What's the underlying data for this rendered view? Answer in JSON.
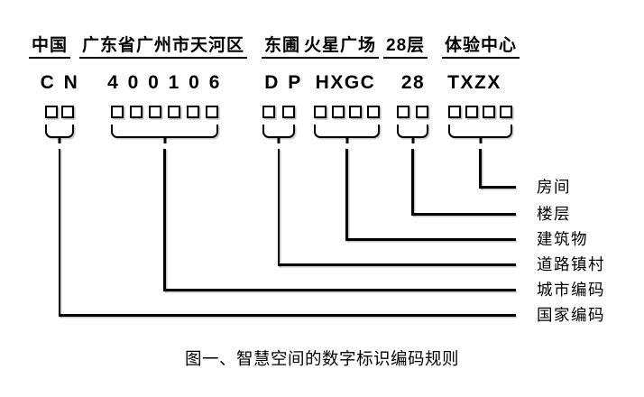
{
  "colors": {
    "background": "#ffffff",
    "line": "#000000",
    "text": "#000000"
  },
  "caption": "图一、智慧空间的数字标识编码规则",
  "groups": [
    {
      "address": "中国",
      "code": "C N",
      "box_count": 2,
      "label": "国家编码"
    },
    {
      "address": "广东省广州市天河区",
      "code": "4 0 0 1 0 6",
      "box_count": 6,
      "label": "城市编码"
    },
    {
      "address": "东圃",
      "code": "D P",
      "box_count": 2,
      "label": "道路镇村"
    },
    {
      "address": "火星广场",
      "code": "HXGC",
      "box_count": 4,
      "label": "建筑物"
    },
    {
      "address": "28层",
      "code": "28",
      "box_count": 2,
      "label": "楼层"
    },
    {
      "address": "体验中心",
      "code": "TXZX",
      "box_count": 4,
      "label": "房间"
    }
  ]
}
